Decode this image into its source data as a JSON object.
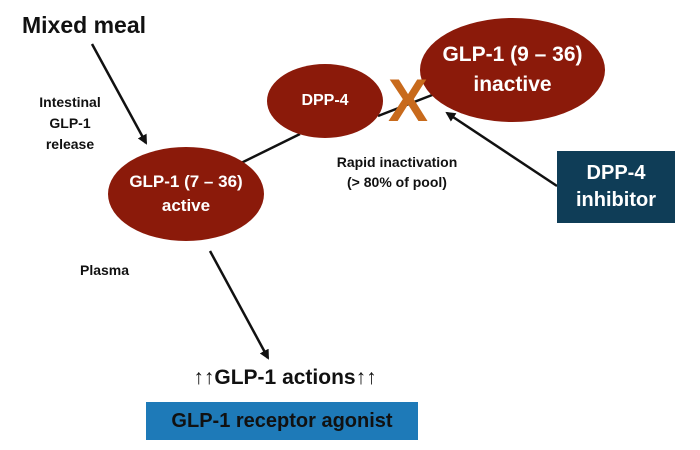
{
  "title": "Mixed meal",
  "release_label": [
    "Intestinal",
    "GLP-1",
    "release"
  ],
  "plasma_label": "Plasma",
  "active_node": [
    "GLP-1 (7 – 36)",
    "active"
  ],
  "dpp4_node": "DPP-4",
  "inactive_node": [
    "GLP-1 (9 – 36)",
    "inactive"
  ],
  "block_mark": "X",
  "rapid_label": [
    "Rapid inactivation",
    "(> 80% of pool)"
  ],
  "inhibitor_box": [
    "DPP-4",
    "inhibitor"
  ],
  "actions_label": "↑↑GLP-1 actions↑↑",
  "agonist_box": "GLP-1 receptor agonist",
  "colors": {
    "node_fill": "#8b1a0a",
    "inhibitor_fill": "#0f3d57",
    "agonist_fill": "#1e7ab8",
    "block_mark": "#c86a1c",
    "arrow": "#111111"
  }
}
